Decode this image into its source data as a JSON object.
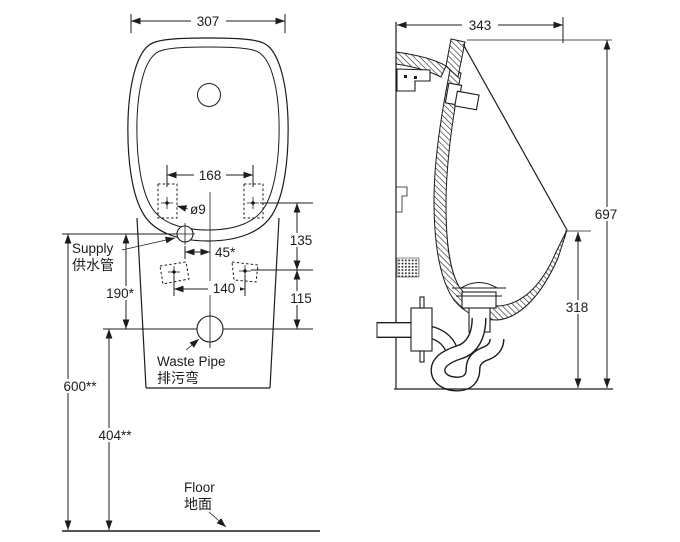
{
  "drawing": {
    "type": "installation-dimension-diagram",
    "subject": "wall-back floor urinal, front view and sectional side view",
    "colors": {
      "line": "#1c1c1c",
      "background": "#ffffff"
    },
    "front_view": {
      "dim_width_top": "307",
      "dim_hole_spacing_upper": "168",
      "dim_hole_diameter": "ø9",
      "dim_upper_hole_to_lower_hole": "135",
      "dim_supply_to_centerline": "45*",
      "dim_supply_to_waste": "190*",
      "dim_hole_spacing_lower": "140",
      "dim_lower_hole_to_waste": "115",
      "dim_supply_height_above_floor": "600**",
      "dim_waste_height_above_floor": "404**",
      "label_supply_en": "Supply",
      "label_supply_zh": "供水管",
      "label_waste_en": "Waste Pipe",
      "label_waste_zh": "排污弯",
      "label_floor_en": "Floor",
      "label_floor_zh": "地面"
    },
    "side_view": {
      "dim_depth_top": "343",
      "dim_total_height": "697",
      "dim_rim_to_floor": "318"
    }
  }
}
